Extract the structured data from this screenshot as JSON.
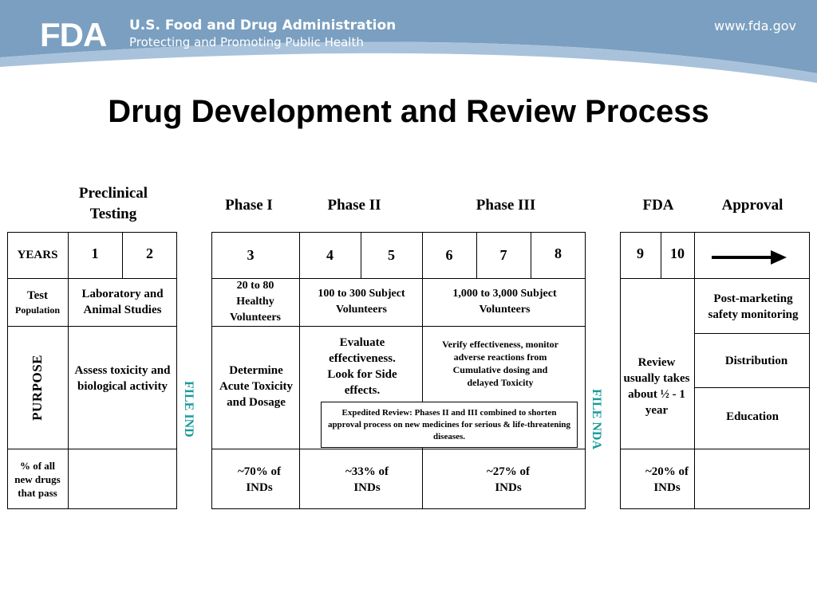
{
  "header": {
    "logo_text": "FDA",
    "agency_name": "U.S. Food and Drug Administration",
    "tagline": "Protecting and Promoting Public Health",
    "website": "www.fda.gov"
  },
  "title": "Drug Development and Review Process",
  "columns": {
    "preclinical": "Preclinical Testing",
    "phase1": "Phase I",
    "phase2": "Phase II",
    "phase3": "Phase III",
    "fda": "FDA",
    "approval": "Approval"
  },
  "rows": {
    "years": "YEARS",
    "test_population_1": "Test",
    "test_population_2": "Population",
    "purpose": "PURPOSE",
    "pct_pass": "% of all new drugs that  pass"
  },
  "years": [
    "1",
    "2",
    "3",
    "4",
    "5",
    "6",
    "7",
    "8",
    "9",
    "10"
  ],
  "population": {
    "preclinical": "Laboratory and Animal Studies",
    "phase1": "20   to   80 Healthy Volunteers",
    "phase2": "100 to 300 Subject Volunteers",
    "phase3": "1,000 to 3,000 Subject Volunteers",
    "approval": "Post-marketing safety monitoring"
  },
  "purpose": {
    "preclinical": "Assess toxicity and biological activity",
    "phase1": "Determine Acute Toxicity and Dosage",
    "phase2": "Evaluate effectiveness. Look for Side effects.",
    "phase3": "Verify effectiveness, monitor adverse reactions from Cumulative dosing and delayed Toxicity",
    "fda": "Review usually takes about ½ - 1 year",
    "distribution": "Distribution",
    "education": "Education"
  },
  "expedited_review": "Expedited Review:  Phases II and III combined to shorten approval process on new medicines for serious & life-threatening diseases.",
  "file_ind": "FILE IND",
  "file_nda": "FILE NDA",
  "pass_rates": {
    "phase1": "~70% of INDs",
    "phase2": "~33% of INDs",
    "phase3": "~27% of INDs",
    "fda": "~20% of INDs"
  },
  "colors": {
    "banner": "#7a9fc0",
    "banner_light": "#a9c2db",
    "file_text": "#1a9b9c"
  }
}
